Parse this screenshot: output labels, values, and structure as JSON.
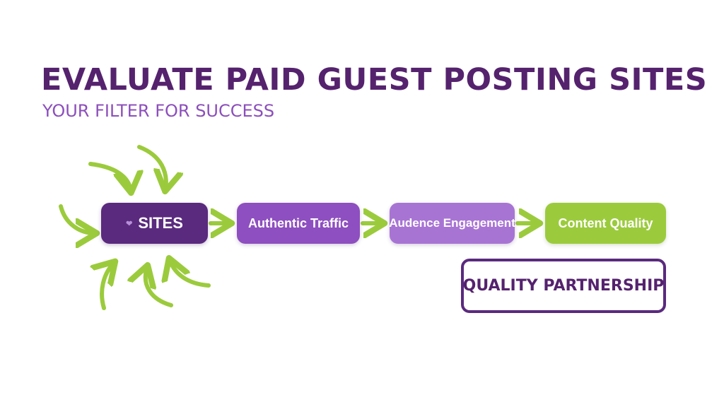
{
  "diagram": {
    "title": "EVALUATE PAID GUEST POSTING SITES",
    "subtitle": "YOUR FILTER FOR SUCCESS",
    "nodes": {
      "sites": "SITES",
      "traffic": "Authentic Traffic",
      "engagement": "Audence Engagement",
      "quality": "Content Quality",
      "partnership": "QUALITY PARTNERSHIP"
    },
    "icons": {
      "sites": "heart-icon"
    },
    "colors": {
      "title": "#55226e",
      "subtitle": "#8c4fbb",
      "sites": "#5a2a7e",
      "traffic": "#8e4fc0",
      "engagement": "#a874d4",
      "quality": "#9bcb3c",
      "arrow": "#9bcb3c",
      "partnership_border": "#5a2a7e"
    }
  }
}
